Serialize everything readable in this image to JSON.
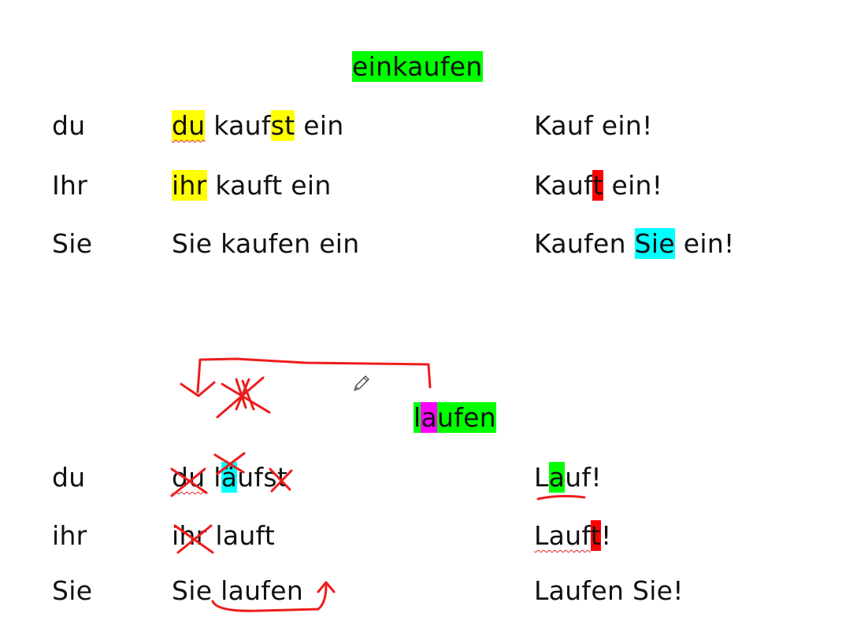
{
  "colors": {
    "highlight_green": "#00ff00",
    "highlight_yellow": "#ffff00",
    "highlight_cyan": "#00ffff",
    "highlight_red": "#ff0000",
    "highlight_magenta": "#ff00ff",
    "ink": "#ee1c1c"
  },
  "section1": {
    "title": "einkaufen",
    "rows": [
      {
        "pronoun": "du",
        "conj": {
          "p1": "du",
          "p2": " kauf",
          "p3": "st",
          "p4": " ein"
        },
        "imp": {
          "text": "Kauf ein!"
        }
      },
      {
        "pronoun": "Ihr",
        "conj": {
          "p1": "ihr",
          "p2": " kauft ein"
        },
        "imp": {
          "p1": "Kauf",
          "p2": "t",
          "p3": " ein!"
        }
      },
      {
        "pronoun": "Sie",
        "conj": {
          "text": "Sie kaufen ein"
        },
        "imp": {
          "p1": "Kaufen ",
          "p2": "Sie",
          "p3": " ein!"
        }
      }
    ]
  },
  "section2": {
    "title": {
      "p1": "l",
      "p2": "a",
      "p3": "ufen"
    },
    "rows": [
      {
        "pronoun": "du",
        "conj": {
          "p1": "du",
          "p2": " l",
          "p3": "ä",
          "p4": "ufst"
        },
        "imp": {
          "p1": "L",
          "p2": "a",
          "p3": "uf!"
        }
      },
      {
        "pronoun": "ihr",
        "conj": {
          "p1": "ihr",
          "p2": " lauft"
        },
        "imp": {
          "p1": "Lauf",
          "p2": "t",
          "p3": "!"
        }
      },
      {
        "pronoun": "Sie",
        "conj": {
          "text": "Sie laufen"
        },
        "imp": {
          "text": "Laufen Sie!"
        }
      }
    ]
  },
  "cursor_icon": "pencil-icon"
}
